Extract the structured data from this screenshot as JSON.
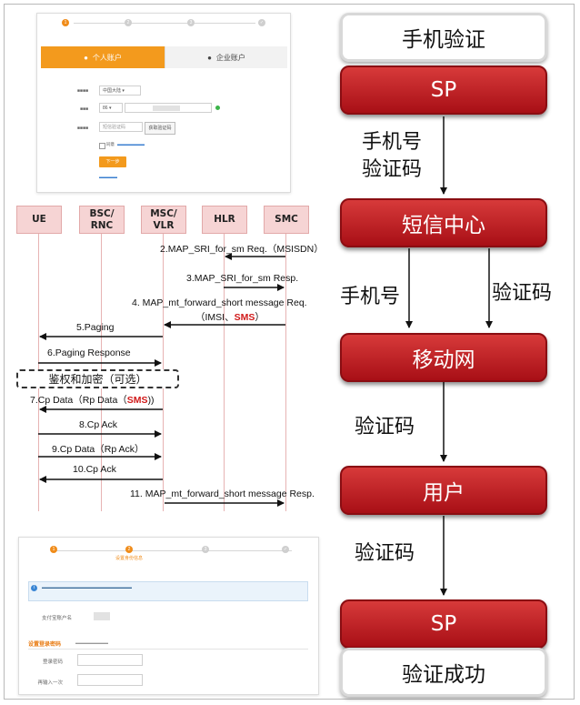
{
  "flow": {
    "phone_verify": "手机验证",
    "sp_top": "SP",
    "label_phone_code_1": "手机号",
    "label_phone_code_2": "验证码",
    "sms_center": "短信中心",
    "label_phone": "手机号",
    "label_code_1": "验证码",
    "mobile_network": "移动网",
    "label_code_2": "验证码",
    "user": "用户",
    "label_code_3": "验证码",
    "sp_bottom": "SP",
    "verify_success": "验证成功"
  },
  "sequence": {
    "entities": [
      "UE",
      "BSC/\nRNC",
      "MSC/\nVLR",
      "HLR",
      "SMC"
    ],
    "messages": [
      "2.MAP_SRI_for_sm Req.（MSISDN）",
      "3.MAP_SRI_for_sm Resp.",
      "4. MAP_mt_forward_short message Req.",
      "（IMSI、",
      "SMS",
      "）",
      "5.Paging",
      "6.Paging Response",
      "7.Cp Data（Rp Data（",
      "SMS",
      "))",
      "8.Cp Ack",
      "9.Cp Data（Rp  Ack）",
      "10.Cp Ack",
      "11. MAP_mt_forward_short message Resp."
    ],
    "auth": "鉴权和加密（可选）"
  },
  "top_form": {
    "steps": [
      "1",
      "2",
      "3",
      "✓"
    ],
    "tab_personal": "个人账户",
    "tab_company": "企业账户",
    "region_value": "中国大陆",
    "phone_prefix": "86",
    "code_placeholder": "短信验证码",
    "get_code": "获取验证码",
    "agree_prefix": "同意",
    "next_button": "下一步"
  },
  "bottom_form": {
    "steps": [
      "1",
      "2",
      "3",
      "✓"
    ],
    "step2_label": "设置身份信息",
    "account_label": "支付宝账户名",
    "section_title": "设置登录密码",
    "password_label": "登录密码",
    "confirm_label": "再输入一次"
  },
  "colors": {
    "red_box": "#c0222a",
    "entity_fill": "#f6d4d4",
    "alipay_orange": "#f39a1d",
    "sms_red": "#d11a1a"
  }
}
